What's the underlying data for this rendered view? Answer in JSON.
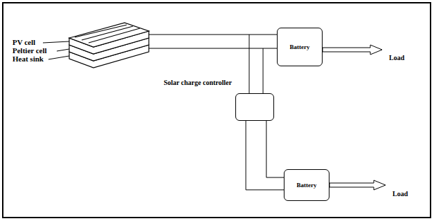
{
  "diagram": {
    "nodes": [
      {
        "text": [
          "Battery"
        ]
      },
      {
        "text": [
          "Solar charge controller"
        ]
      },
      {
        "text": [
          "Battery"
        ]
      }
    ],
    "edges": [
      {
        "from": 1,
        "to": 2,
        "arrow": "none"
      },
      {
        "from": 1,
        "to": 2,
        "arrow": "none"
      }
    ],
    "labels": [
      "PV cell",
      "Peltier cell",
      "Heat sink",
      "Load",
      "Load"
    ]
  }
}
